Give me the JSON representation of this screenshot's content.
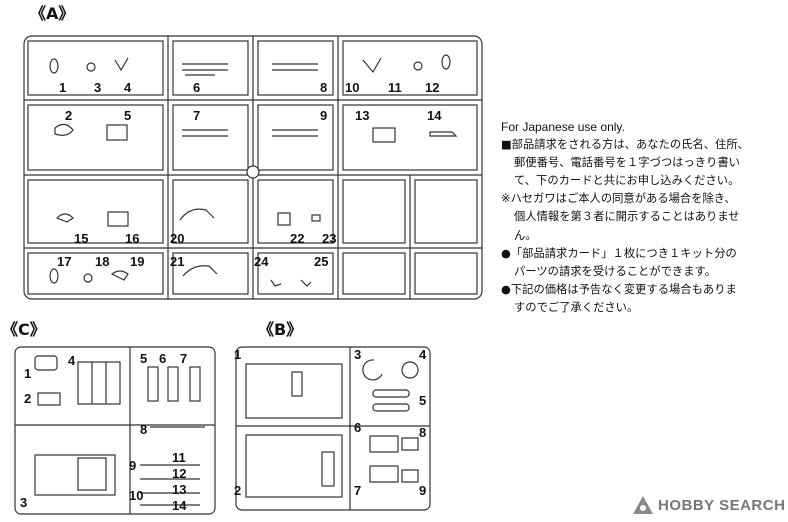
{
  "frames": {
    "A": {
      "label": "《A》",
      "parts": [
        "1",
        "2",
        "3",
        "4",
        "5",
        "6",
        "7",
        "8",
        "9",
        "10",
        "11",
        "12",
        "13",
        "14",
        "15",
        "16",
        "17",
        "18",
        "19",
        "20",
        "21",
        "22",
        "23",
        "24",
        "25"
      ]
    },
    "C": {
      "label": "《C》",
      "parts": [
        "1",
        "2",
        "3",
        "4",
        "5",
        "6",
        "7",
        "8",
        "9",
        "10",
        "11",
        "12",
        "13",
        "14"
      ]
    },
    "B": {
      "label": "《B》",
      "parts": [
        "1",
        "2",
        "3",
        "4",
        "5",
        "6",
        "7",
        "8",
        "9"
      ]
    }
  },
  "notes": {
    "heading": "For Japanese use only.",
    "line1": "■部品請求をされる方は、あなたの氏名、住所、",
    "line2": "郵便番号、電話番号を１字づつはっきり書い",
    "line3": "て、下のカードと共にお申し込みください。",
    "line4": "※ハセガワはご本人の同意がある場合を除き、",
    "line5": "個人情報を第３者に開示することはありませ",
    "line6": "ん。",
    "line7": "●「部品請求カード」１枚につき１キット分の",
    "line8": "パーツの請求を受けることができます。",
    "line9": "●下記の価格は予告なく変更する場合もありま",
    "line10": "すのでご了承ください。"
  },
  "watermark": {
    "text": "HOBBY SEARCH"
  }
}
